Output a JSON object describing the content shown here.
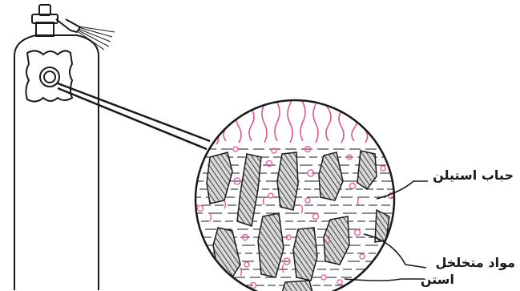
{
  "labels": {
    "acetylene_bubble": "حباب استیلن",
    "porous_material": "مواد متخلخل",
    "acetone": "استن"
  },
  "colors": {
    "ink": "#1a1a1a",
    "flame": "#e0529a",
    "bubble": "#e46aa6",
    "solid_hatch": "#555555"
  }
}
